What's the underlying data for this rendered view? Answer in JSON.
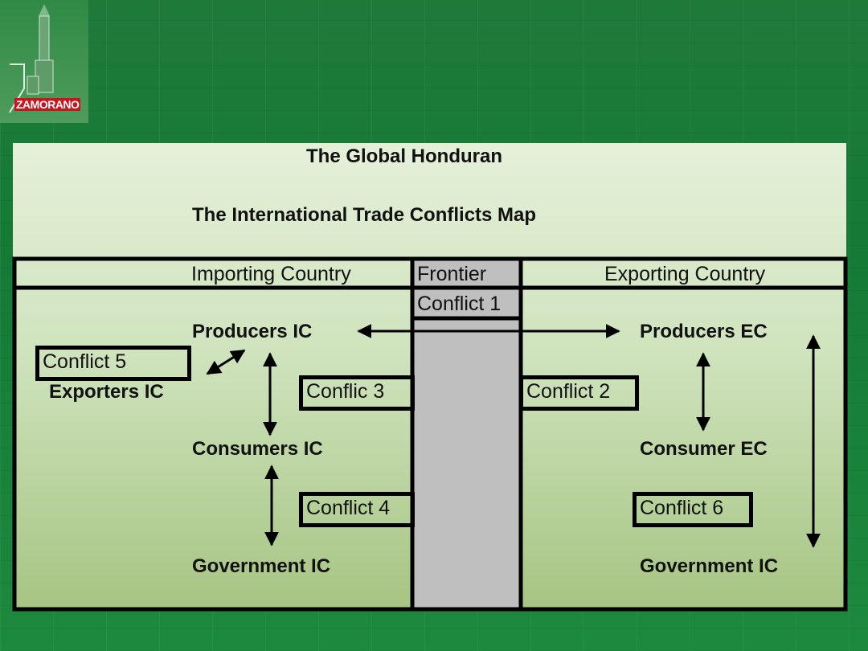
{
  "logo": {
    "text": "ZAMORANO"
  },
  "title": "The Global Honduran",
  "subtitle": "The International Trade Conflicts Map",
  "headers": {
    "importing": "Importing Country",
    "frontier": "Frontier",
    "exporting": "Exporting Country"
  },
  "nodes": {
    "producers_ic": "Producers IC",
    "exporters_ic": "Exporters IC",
    "consumers_ic": "Consumers IC",
    "government_ic_left": "Government IC",
    "producers_ec": "Producers EC",
    "consumer_ec": "Consumer EC",
    "government_ic_right": "Government IC"
  },
  "conflicts": {
    "c1": "Conflict 1",
    "c2": "Conflict 2",
    "c3": "Conflic 3",
    "c4": "Conflict 4",
    "c5": "Conflict 5",
    "c6": "Conflict 6"
  },
  "colors": {
    "background": "#1f7a3a",
    "frontier": "#bfbfbf",
    "logo_red": "#c8161d"
  }
}
